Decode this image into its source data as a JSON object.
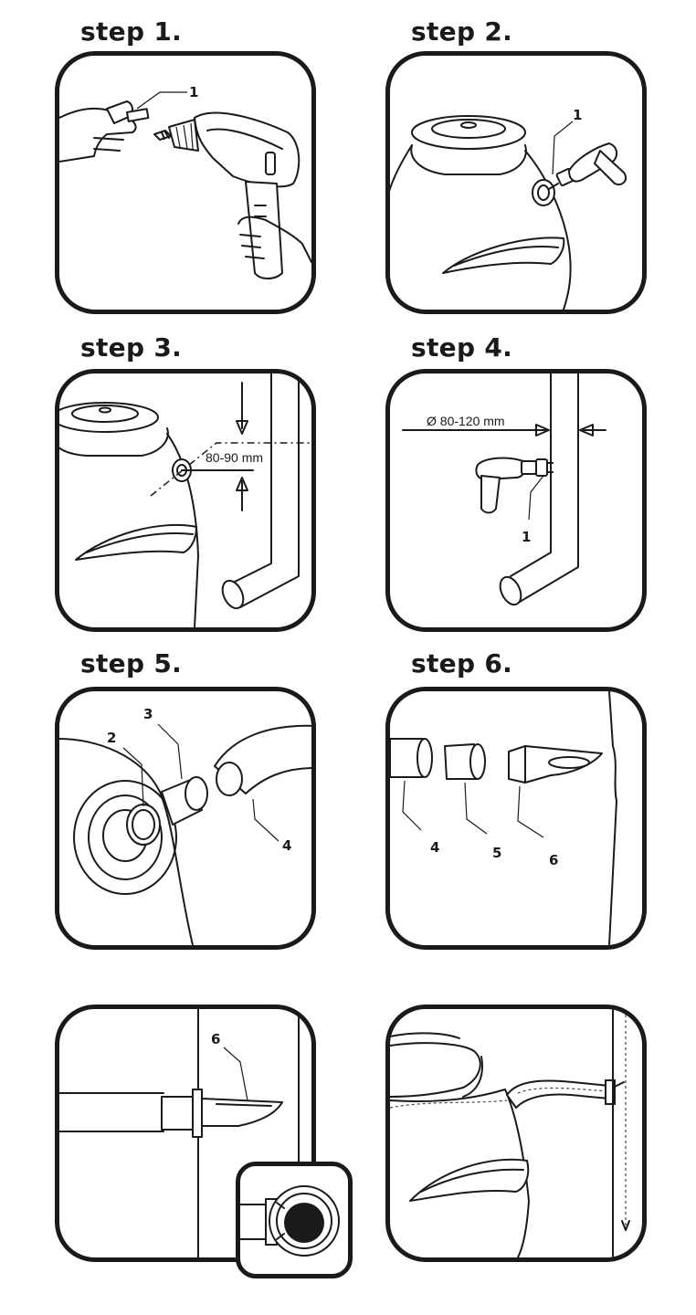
{
  "steps": {
    "s1": "step 1.",
    "s2": "step 2.",
    "s3": "step 3.",
    "s4": "step 4.",
    "s5": "step 5.",
    "s6": "step 6."
  },
  "callouts": {
    "p1": [
      "1"
    ],
    "p2": [
      "1"
    ],
    "p4": [
      "1"
    ],
    "p5": [
      "2",
      "3",
      "4"
    ],
    "p6": [
      "4",
      "5",
      "6"
    ],
    "p7": [
      "6"
    ]
  },
  "dimensions": {
    "height": "80-90 mm",
    "diameter": "Ø 80-120 mm"
  }
}
